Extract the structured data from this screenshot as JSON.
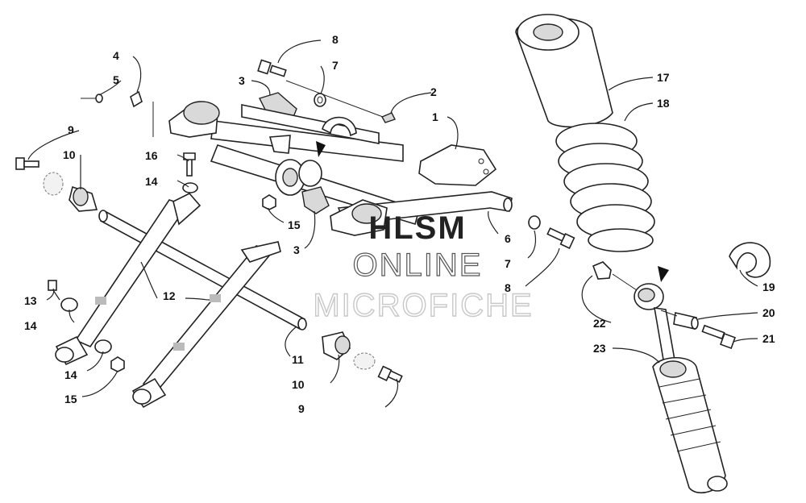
{
  "diagram": {
    "watermark": {
      "line1": "HLSM",
      "line2": "ONLINE",
      "line3": "MICROFICHE"
    },
    "callouts": {
      "c1": "1",
      "c2": "2",
      "c3a": "3",
      "c3b": "3",
      "c4": "4",
      "c5": "5",
      "c6": "6",
      "c7a": "7",
      "c7b": "7",
      "c8a": "8",
      "c8b": "8",
      "c9a": "9",
      "c9b": "9",
      "c10a": "10",
      "c10b": "10",
      "c11": "11",
      "c12": "12",
      "c13": "13",
      "c14a": "14",
      "c14b": "14",
      "c14c": "14",
      "c15a": "15",
      "c15b": "15",
      "c16": "16",
      "c17": "17",
      "c18": "18",
      "c19": "19",
      "c20": "20",
      "c21": "21",
      "c22": "22",
      "c23": "23"
    }
  }
}
